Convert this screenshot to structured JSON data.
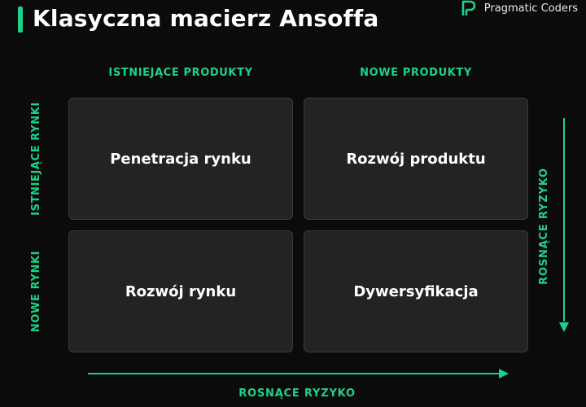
{
  "title": "Klasyczna macierz Ansoffa",
  "brand": {
    "name": "Pragmatic Coders",
    "logo_icon": "p-logo-icon"
  },
  "colors": {
    "accent": "#1ed18a",
    "background": "#0b0b0b",
    "cell": "#232323"
  },
  "columns": [
    "ISTNIEJĄCE PRODUKTY",
    "NOWE PRODUKTY"
  ],
  "rows": [
    "ISTNIEJĄCE RYNKI",
    "NOWE RYNKI"
  ],
  "cells": [
    {
      "label": "Penetracja rynku"
    },
    {
      "label": "Rozwój produktu"
    },
    {
      "label": "Rozwój rynku"
    },
    {
      "label": "Dywersyfikacja"
    }
  ],
  "risk": {
    "vertical": "ROSNĄCE RYZYKO",
    "horizontal": "ROSNĄCE RYZYKO"
  }
}
